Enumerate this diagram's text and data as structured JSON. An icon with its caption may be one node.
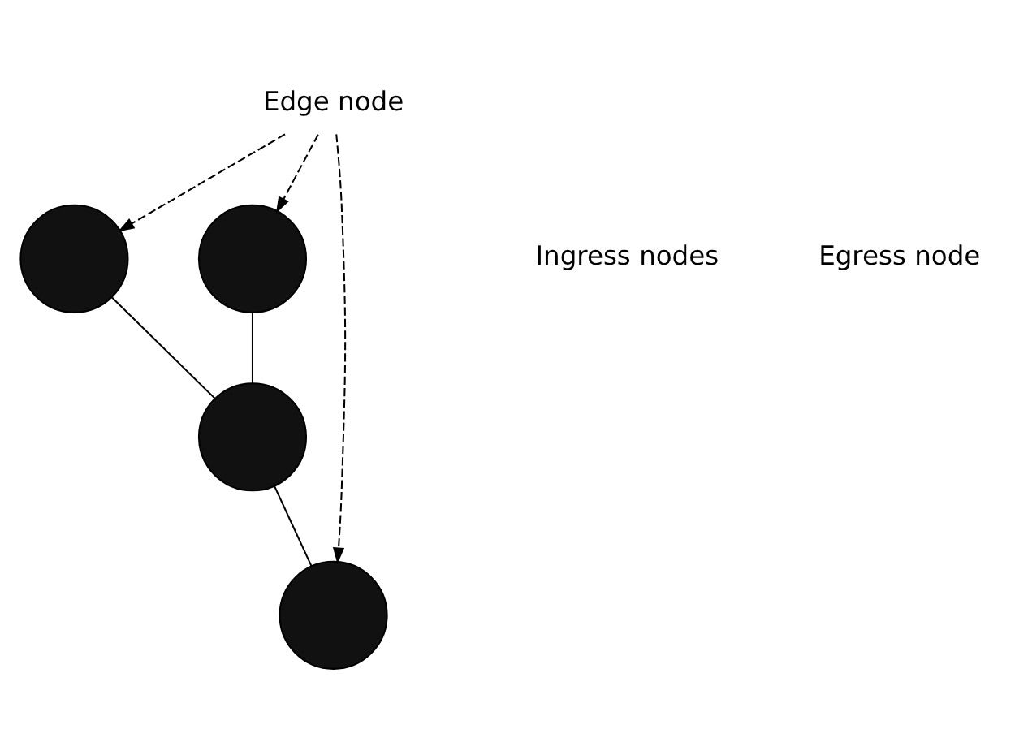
{
  "diagram": {
    "nodes": [
      {
        "text": [
          "Edge node"
        ]
      },
      {
        "text": [],
        "shape": "circle"
      },
      {
        "text": [],
        "shape": "circle"
      },
      {
        "text": [],
        "shape": "circle"
      },
      {
        "text": [],
        "shape": "circle"
      }
    ],
    "edges": [
      {
        "from": 0,
        "to": 1,
        "arrow": "to",
        "style": "dashed"
      },
      {
        "from": 0,
        "to": 2,
        "arrow": "to",
        "style": "dashed"
      },
      {
        "from": 0,
        "to": 4,
        "arrow": "to",
        "style": "dashed"
      },
      {
        "from": 1,
        "to": 3,
        "arrow": "none"
      },
      {
        "from": 2,
        "to": 3,
        "arrow": "none"
      },
      {
        "from": 3,
        "to": 4,
        "arrow": "none"
      }
    ],
    "labels": [
      "Ingress nodes",
      "Egress node"
    ]
  }
}
